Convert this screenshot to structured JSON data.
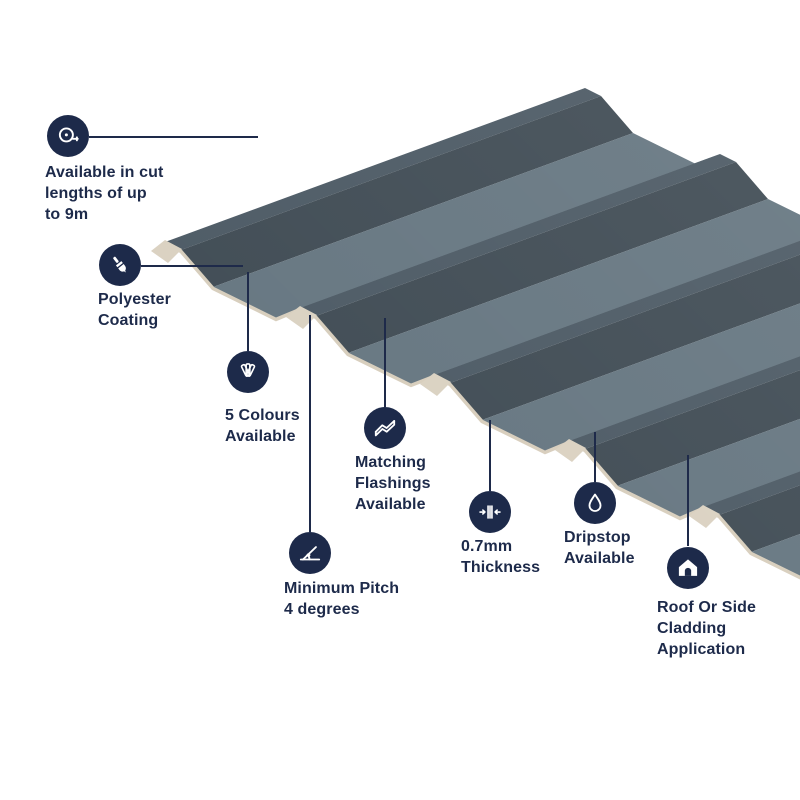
{
  "colors": {
    "background": "#ffffff",
    "navy": "#1d2a4a",
    "sheet_pan": "#60717c",
    "sheet_rib_flat": "#46545f",
    "sheet_web_shadow": "#39454e",
    "sheet_web_highlight": "#84949d",
    "sheet_cut_edge_cream": "#d9d0bf"
  },
  "subject": "Box profile metal roofing sheet feature infographic",
  "callouts": [
    {
      "id": "cut-lengths",
      "icon": "tape-measure-icon",
      "lines": [
        "Available in cut",
        "lengths of up",
        "to 9m"
      ]
    },
    {
      "id": "polyester-coating",
      "icon": "paint-brush-icon",
      "lines": [
        "Polyester",
        "Coating"
      ]
    },
    {
      "id": "colours",
      "icon": "colour-swatch-icon",
      "lines": [
        "5 Colours",
        "Available"
      ]
    },
    {
      "id": "flashings",
      "icon": "flashing-icon",
      "lines": [
        "Matching",
        "Flashings",
        "Available"
      ]
    },
    {
      "id": "pitch",
      "icon": "pitch-angle-icon",
      "lines": [
        "Minimum Pitch",
        "4 degrees"
      ]
    },
    {
      "id": "thickness",
      "icon": "thickness-icon",
      "lines": [
        "0.7mm",
        "Thickness"
      ]
    },
    {
      "id": "dripstop",
      "icon": "droplet-icon",
      "lines": [
        "Dripstop",
        "Available"
      ]
    },
    {
      "id": "cladding",
      "icon": "house-icon",
      "lines": [
        "Roof Or Side",
        "Cladding",
        "Application"
      ]
    }
  ]
}
